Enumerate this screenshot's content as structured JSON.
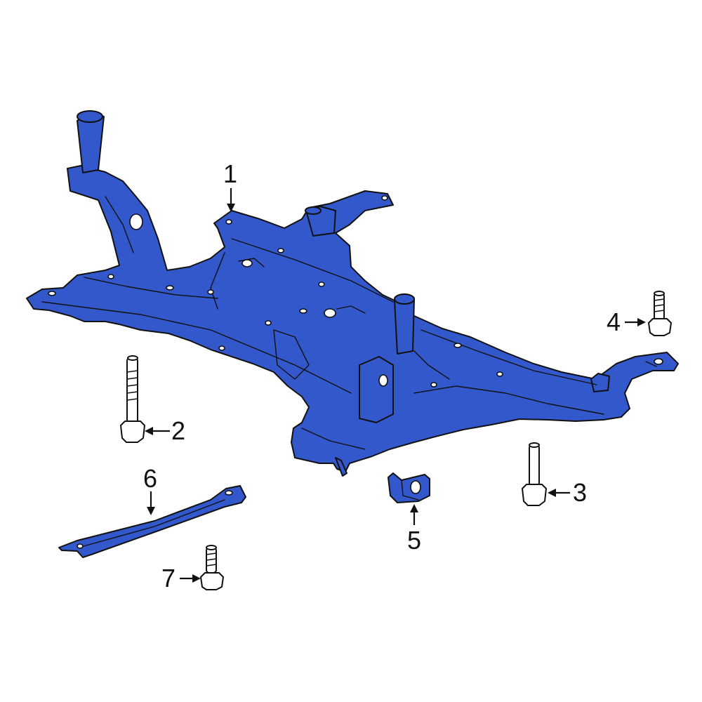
{
  "diagram": {
    "colors": {
      "part_fill": "#3358cc",
      "outline": "#111111",
      "background": "#ffffff",
      "hardware_fill": "#ffffff"
    },
    "callouts": [
      {
        "id": "1",
        "label": "1",
        "part": "crossmember"
      },
      {
        "id": "2",
        "label": "2",
        "part": "long-bolt"
      },
      {
        "id": "3",
        "label": "3",
        "part": "bolt"
      },
      {
        "id": "4",
        "label": "4",
        "part": "bolt"
      },
      {
        "id": "5",
        "label": "5",
        "part": "bracket-clip"
      },
      {
        "id": "6",
        "label": "6",
        "part": "brace"
      },
      {
        "id": "7",
        "label": "7",
        "part": "bolt"
      }
    ]
  }
}
